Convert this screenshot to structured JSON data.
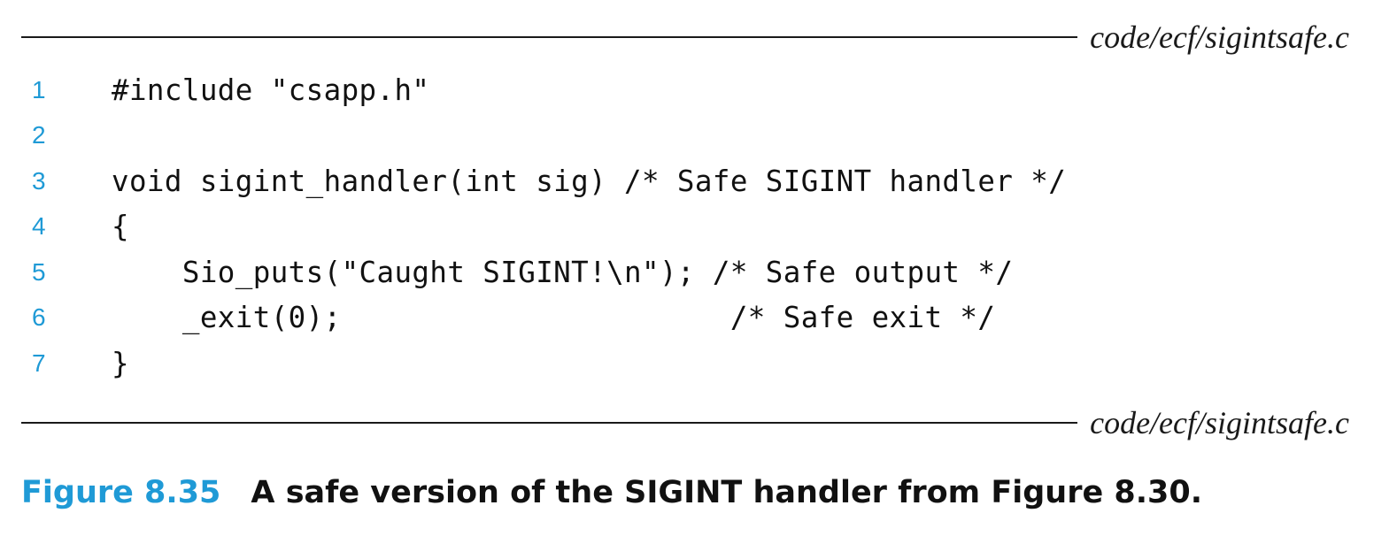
{
  "header": {
    "file_label": "code/ecf/sigintsafe.c"
  },
  "code": {
    "lines": [
      {
        "num": "1",
        "text": "#include \"csapp.h\""
      },
      {
        "num": "2",
        "text": ""
      },
      {
        "num": "3",
        "text": "void sigint_handler(int sig) /* Safe SIGINT handler */"
      },
      {
        "num": "4",
        "text": "{"
      },
      {
        "num": "5",
        "text": "    Sio_puts(\"Caught SIGINT!\\n\"); /* Safe output */"
      },
      {
        "num": "6",
        "text": "    _exit(0);                      /* Safe exit */"
      },
      {
        "num": "7",
        "text": "}"
      }
    ]
  },
  "footer": {
    "file_label": "code/ecf/sigintsafe.c"
  },
  "caption": {
    "label": "Figure 8.35",
    "text": "A safe version of the SIGINT handler from Figure 8.30."
  },
  "colors": {
    "accent": "#1f9ad6",
    "text": "#111111"
  }
}
